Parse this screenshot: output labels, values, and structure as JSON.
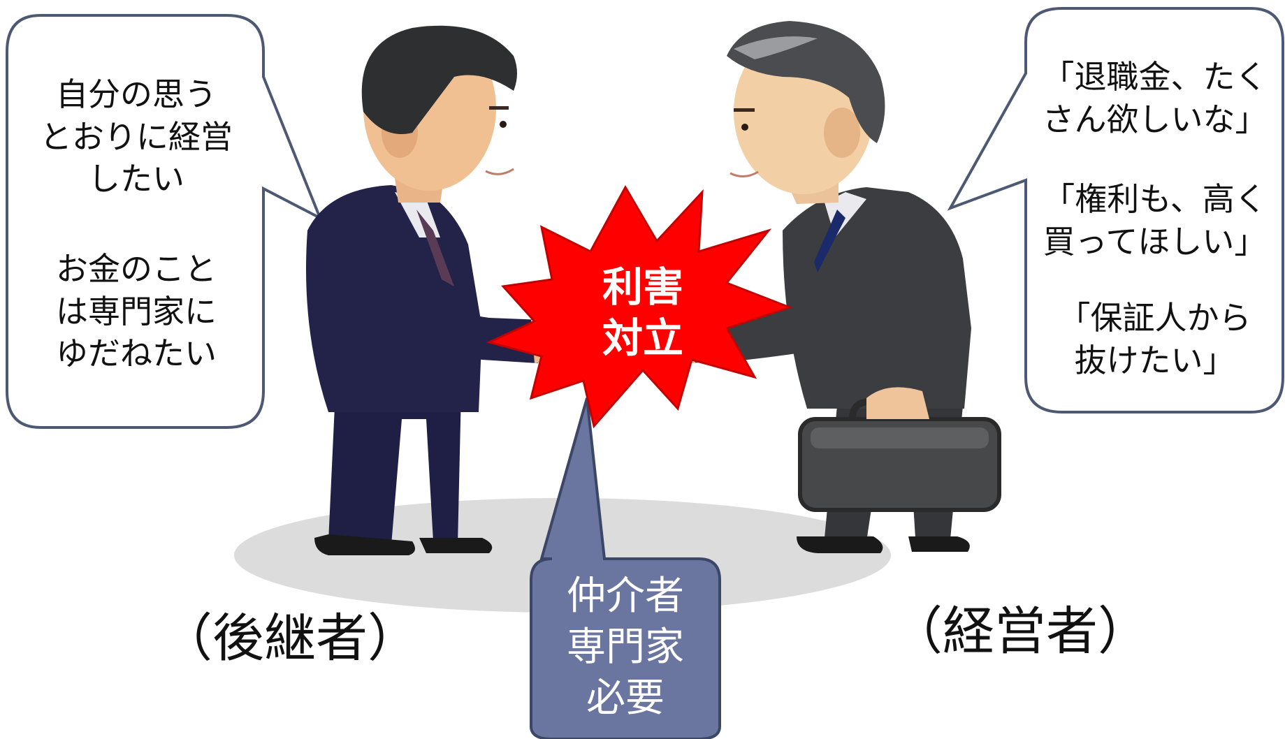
{
  "left_bubble": {
    "line1": "自分の思う\nとおりに経営\nしたい",
    "line2": "お金のこと\nは専門家に\nゆだねたい"
  },
  "right_bubble": {
    "line1": "「退職金、たく\nさん欲しいな」",
    "line2": "「権利も、高く\n買ってほしい」",
    "line3": "「保証人から\n抜けたい」"
  },
  "burst": {
    "label": "利害\n対立"
  },
  "mediator": {
    "label": "仲介者\n専門家\n必要"
  },
  "roles": {
    "successor": "（後継者）",
    "owner": "（経営者）"
  },
  "colors": {
    "burst_red": "#ff0000",
    "mediator_fill": "#6b76a0",
    "bubble_border": "#4d5873",
    "successor_suit": "#23234a",
    "owner_suit": "#3c3d40",
    "shadow": "#dcdcdc"
  }
}
